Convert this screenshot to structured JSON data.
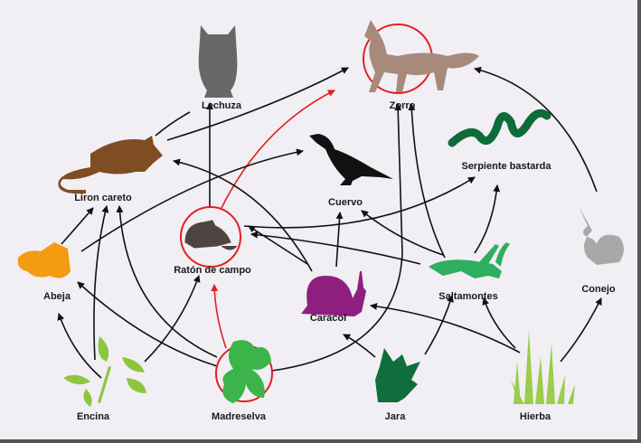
{
  "title": "Red trófica",
  "nodes": {
    "lechuza": {
      "label": "Lechuza",
      "color": "#676767"
    },
    "zorro": {
      "label": "Zorro",
      "color": "#a88a7c"
    },
    "liron": {
      "label": "Liron careto",
      "color": "#7e4e22"
    },
    "cuervo": {
      "label": "Cuervo",
      "color": "#111111"
    },
    "serpiente": {
      "label": "Serpiente bastarda",
      "color": "#0e6b3a"
    },
    "raton": {
      "label": "Ratón de campo",
      "color": "#4e4540"
    },
    "abeja": {
      "label": "Abeja",
      "color": "#f39c12"
    },
    "caracol": {
      "label": "Caracol",
      "color": "#8e1f7f"
    },
    "saltamontes": {
      "label": "Saltamontes",
      "color": "#2fae5f"
    },
    "conejo": {
      "label": "Conejo",
      "color": "#a8a8a8"
    },
    "encina": {
      "label": "Encina",
      "color": "#8cc63f"
    },
    "madreselva": {
      "label": "Madreselva",
      "color": "#3bb54a"
    },
    "jara": {
      "label": "Jara",
      "color": "#0f6e3c"
    },
    "hierba": {
      "label": "Hierba",
      "color": "#9acd4a"
    }
  },
  "highlight_color": "#e02020",
  "links": [
    {
      "from": "liron",
      "to": "lechuza",
      "highlight": false
    },
    {
      "from": "liron",
      "to": "zorro",
      "highlight": false
    },
    {
      "from": "raton",
      "to": "lechuza",
      "highlight": false
    },
    {
      "from": "raton",
      "to": "zorro",
      "highlight": true
    },
    {
      "from": "abeja",
      "to": "cuervo",
      "highlight": false
    },
    {
      "from": "caracol",
      "to": "liron",
      "highlight": false
    },
    {
      "from": "caracol",
      "to": "cuervo",
      "highlight": false
    },
    {
      "from": "caracol",
      "to": "raton",
      "highlight": false
    },
    {
      "from": "saltamontes",
      "to": "raton",
      "highlight": false
    },
    {
      "from": "raton",
      "to": "serpiente",
      "highlight": false
    },
    {
      "from": "saltamontes",
      "to": "cuervo",
      "highlight": false
    },
    {
      "from": "saltamontes",
      "to": "zorro",
      "highlight": false
    },
    {
      "from": "saltamontes",
      "to": "serpiente",
      "highlight": false
    },
    {
      "from": "madreselva",
      "to": "zorro",
      "highlight": false
    },
    {
      "from": "encina",
      "to": "abeja",
      "highlight": false
    },
    {
      "from": "encina",
      "to": "liron",
      "highlight": false
    },
    {
      "from": "madreselva",
      "to": "liron",
      "highlight": false
    },
    {
      "from": "madreselva",
      "to": "abeja",
      "highlight": false
    },
    {
      "from": "encina",
      "to": "raton",
      "highlight": false
    },
    {
      "from": "madreselva",
      "to": "raton",
      "highlight": true
    },
    {
      "from": "abeja",
      "to": "liron",
      "highlight": false
    },
    {
      "from": "jara",
      "to": "caracol",
      "highlight": false
    },
    {
      "from": "jara",
      "to": "saltamontes",
      "highlight": false
    },
    {
      "from": "hierba",
      "to": "caracol",
      "highlight": false
    },
    {
      "from": "hierba",
      "to": "saltamontes",
      "highlight": false
    },
    {
      "from": "hierba",
      "to": "conejo",
      "highlight": false
    },
    {
      "from": "conejo",
      "to": "zorro",
      "highlight": false
    }
  ]
}
